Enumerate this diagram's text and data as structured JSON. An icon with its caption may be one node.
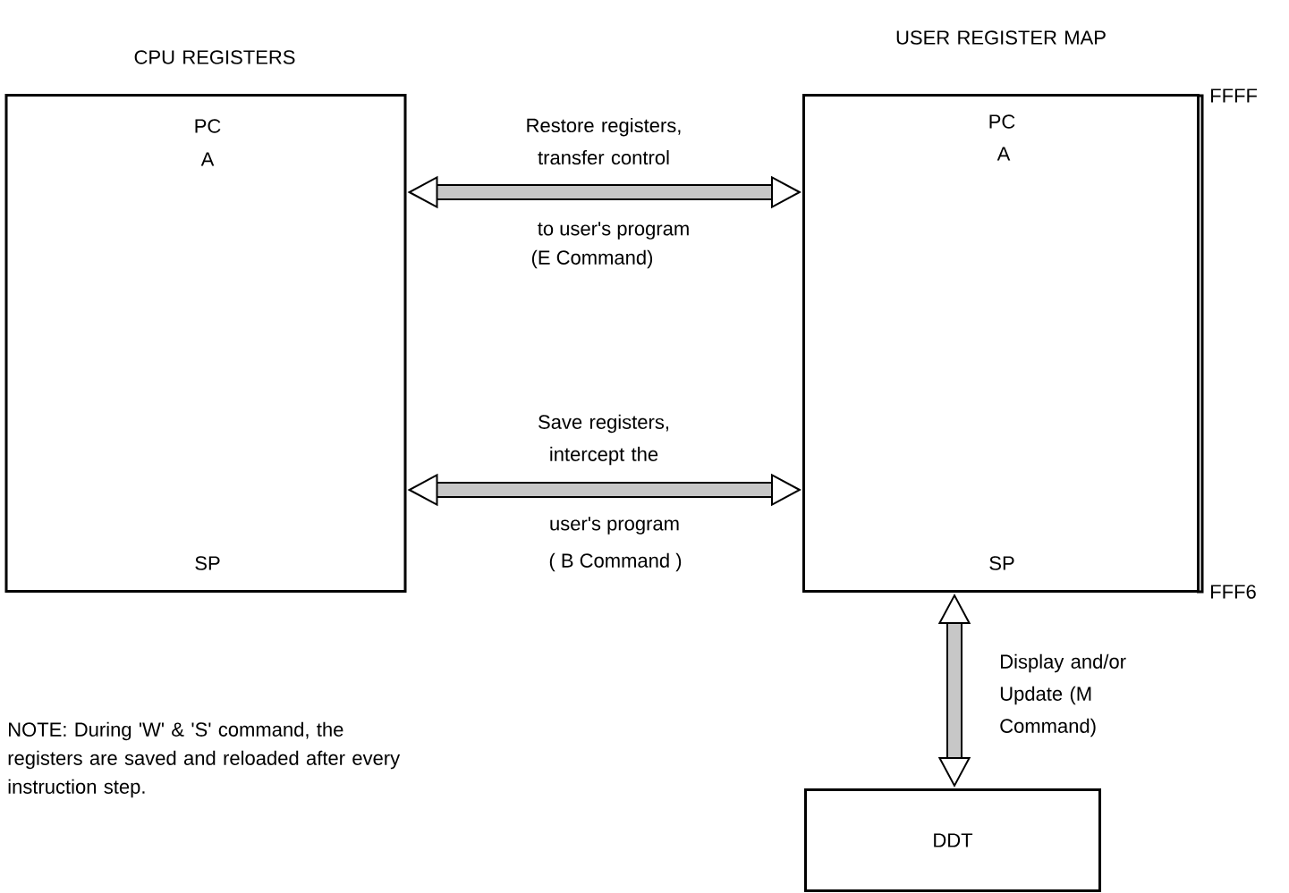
{
  "diagram": {
    "nodes": [
      {
        "text": [
          "CPU REGISTERS",
          "PC",
          "A",
          "SP"
        ]
      },
      {
        "text": [
          "USER REGISTER MAP",
          "PC",
          "A",
          "SP"
        ]
      },
      {
        "text": [
          "DDT"
        ]
      }
    ],
    "edges": [
      {
        "from": 0,
        "to": 1,
        "arrow": "both",
        "label": "Restore registers, transfer control"
      },
      {
        "from": 0,
        "to": 1,
        "arrow": "both",
        "label": "Save registers, intercept the"
      },
      {
        "from": 1,
        "to": 2,
        "arrow": "both",
        "label": "Display and/or Update (M Command)"
      }
    ],
    "labels": [
      "FFFF",
      "to user's program",
      "(E Command)",
      "user's program",
      "( B Command )",
      "FFF6",
      "NOTE: During 'W' & 'S' command, the registers are saved and reloaded after every instruction step."
    ]
  }
}
